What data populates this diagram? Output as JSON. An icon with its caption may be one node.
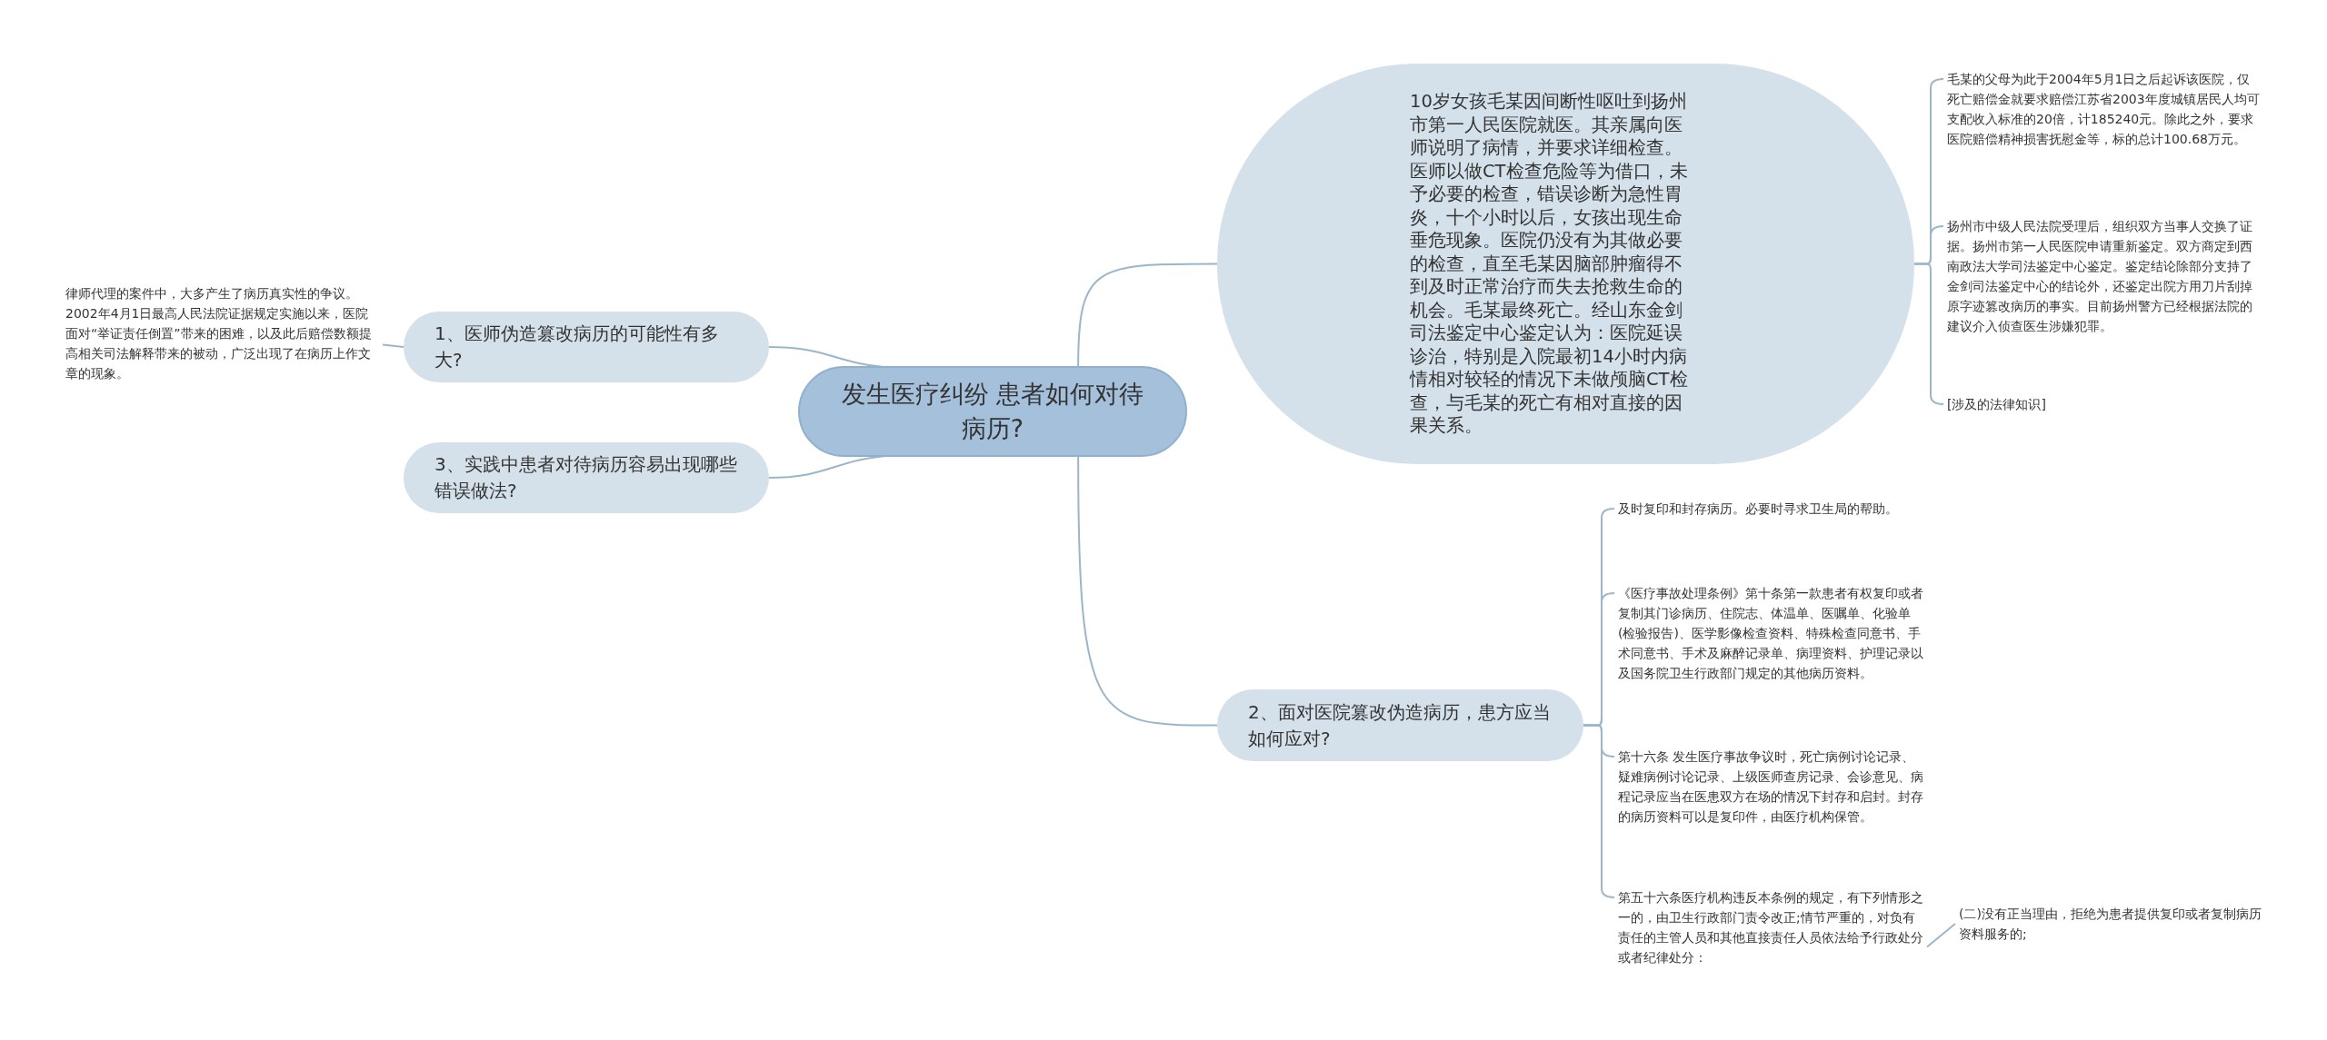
{
  "diagram": {
    "nodes": [
      {
        "text": [
          "发生医疗纠纷 患者如何对待病历?"
        ]
      },
      {
        "text": [
          "1、医师伪造篡改病历的可能性有多大?"
        ]
      },
      {
        "text": [
          "律师代理的案件中，大多产生了病历真实性的争议。2002年4月1日最高人民法院证据规定实施以来，医院面对“举证责任倒置”带来的困难，以及此后赔偿数额提高相关司法解释带来的被动，广泛出现了在病历上作文章的现象。"
        ]
      },
      {
        "text": [
          "3、实践中患者对待病历容易出现哪些错误做法?"
        ]
      },
      {
        "text": [
          "10岁女孩毛某因间断性呕吐到扬州市第一人民医院就医。其亲属向医师说明了病情，并要求详细检查。医师以做CT检查危险等为借口，未予必要的检查，错误诊断为急性胃炎，十个小时以后，女孩出现生命垂危现象。医院仍没有为其做必要的检查，直至毛某因脑部肿瘤得不到及时正常治疗而失去抢救生命的机会。毛某最终死亡。经山东金剑司法鉴定中心鉴定认为：医院延误诊治，特别是入院最初14小时内病情相对较轻的情况下未做颅脑CT检查，与毛某的死亡有相对直接的因果关系。"
        ]
      },
      {
        "text": [
          "毛某的父母为此于2004年5月1日之后起诉该医院，仅死亡赔偿金就要求赔偿江苏省2003年度城镇居民人均可支配收入标准的20倍，计185240元。除此之外，要求医院赔偿精神损害抚慰金等，标的总计100.68万元。"
        ]
      },
      {
        "text": [
          "扬州市中级人民法院受理后，组织双方当事人交换了证据。扬州市第一人民医院申请重新鉴定。双方商定到西南政法大学司法鉴定中心鉴定。鉴定结论除部分支持了金剑司法鉴定中心的结论外，还鉴定出院方用刀片刮掉原字迹篡改病历的事实。目前扬州警方已经根据法院的建议介入侦查医生涉嫌犯罪。"
        ]
      },
      {
        "text": [
          "[涉及的法律知识]"
        ]
      },
      {
        "text": [
          "2、面对医院篡改伪造病历，患方应当如何应对?"
        ]
      },
      {
        "text": [
          "及时复印和封存病历。必要时寻求卫生局的帮助。"
        ]
      },
      {
        "text": [
          "《医疗事故处理条例》第十条第一款患者有权复印或者复制其门诊病历、住院志、体温单、医嘱单、化验单(检验报告)、医学影像检查资料、特殊检查同意书、手术同意书、手术及麻醉记录单、病理资料、护理记录以及国务院卫生行政部门规定的其他病历资料。"
        ]
      },
      {
        "text": [
          "第十六条 发生医疗事故争议时，死亡病例讨论记录、疑难病例讨论记录、上级医师查房记录、会诊意见、病程记录应当在医患双方在场的情况下封存和启封。封存的病历资料可以是复印件，由医疗机构保管。"
        ]
      },
      {
        "text": [
          "第五十六条医疗机构违反本条例的规定，有下列情形之一的，由卫生行政部门责令改正;情节严重的，对负有责任的主管人员和其他直接责任人员依法给予行政处分或者纪律处分："
        ]
      },
      {
        "text": [
          "(二)没有正当理由，拒绝为患者提供复印或者复制病历资料服务的;"
        ]
      }
    ],
    "edges": [
      {
        "from": 0,
        "to": 1,
        "arrow": "none"
      },
      {
        "from": 1,
        "to": 2,
        "arrow": "none"
      },
      {
        "from": 0,
        "to": 3,
        "arrow": "none"
      },
      {
        "from": 0,
        "to": 4,
        "arrow": "none"
      },
      {
        "from": 4,
        "to": 5,
        "arrow": "none"
      },
      {
        "from": 4,
        "to": 6,
        "arrow": "none"
      },
      {
        "from": 4,
        "to": 7,
        "arrow": "none"
      },
      {
        "from": 0,
        "to": 8,
        "arrow": "none"
      },
      {
        "from": 8,
        "to": 9,
        "arrow": "none"
      },
      {
        "from": 8,
        "to": 10,
        "arrow": "none"
      },
      {
        "from": 8,
        "to": 11,
        "arrow": "none"
      },
      {
        "from": 8,
        "to": 12,
        "arrow": "none"
      },
      {
        "from": 12,
        "to": 13,
        "arrow": "none"
      }
    ]
  }
}
